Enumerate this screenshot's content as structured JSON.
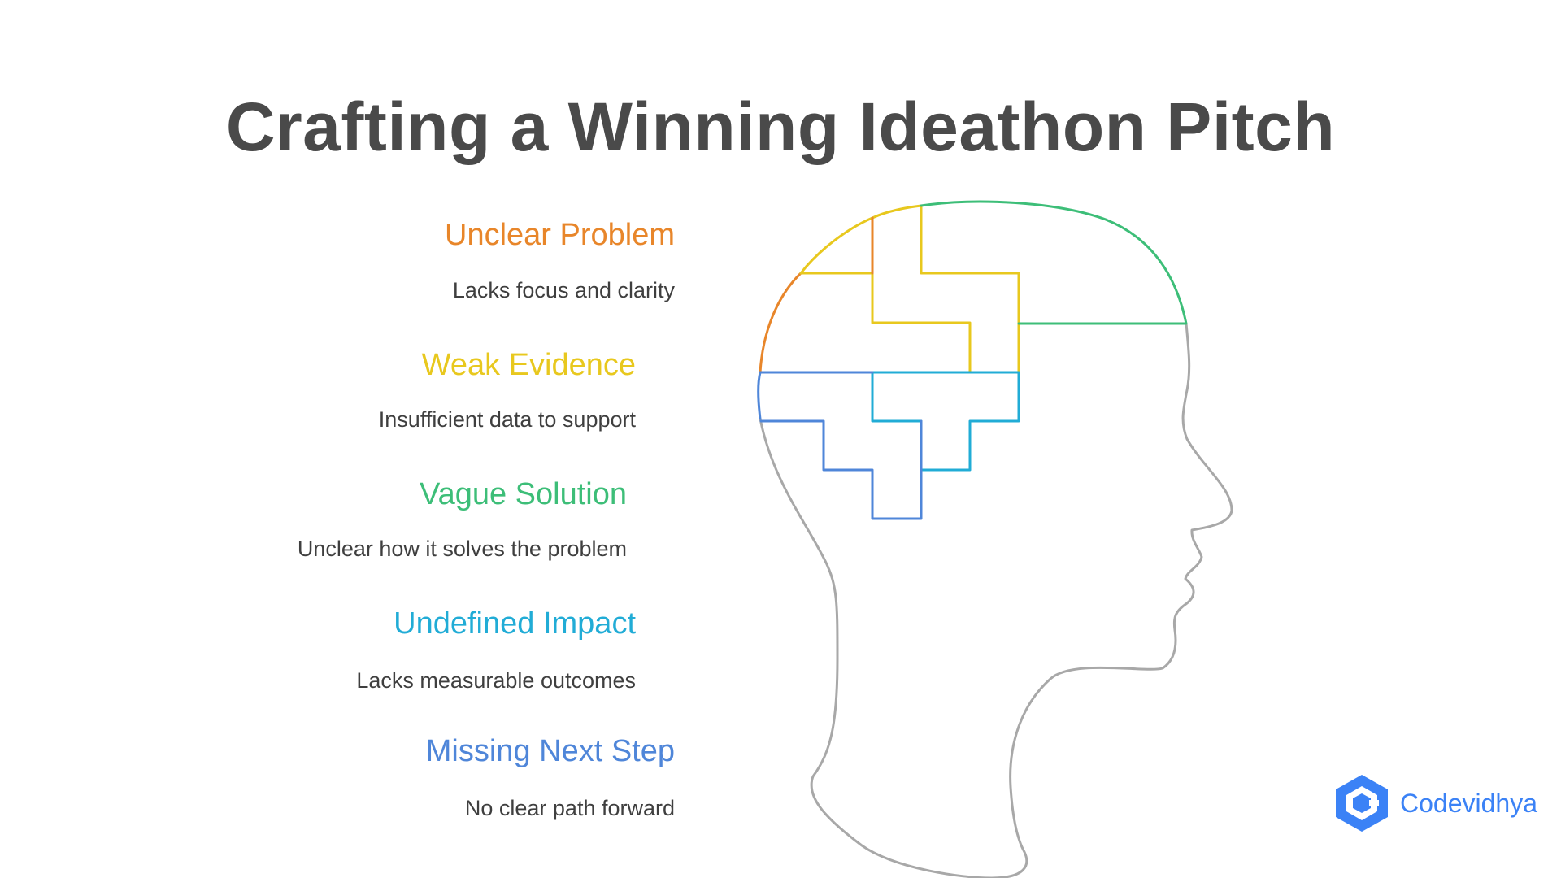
{
  "title": "Crafting a Winning Ideathon Pitch",
  "items": [
    {
      "heading": "Unclear Problem",
      "description": "Lacks focus and clarity",
      "color": "#E8862A"
    },
    {
      "heading": "Weak Evidence",
      "description": "Insufficient data to support",
      "color": "#E8C81E"
    },
    {
      "heading": "Vague Solution",
      "description": "Unclear how it solves the problem",
      "color": "#3DBE78"
    },
    {
      "heading": "Undefined Impact",
      "description": "Lacks measurable outcomes",
      "color": "#21ACD6"
    },
    {
      "heading": "Missing Next Step",
      "description": "No clear path forward",
      "color": "#4F86D9"
    }
  ],
  "head_outline_color": "#A8A8A8",
  "logo": {
    "text": "Codevidhya",
    "color": "#3B82F6",
    "icon": "hexagon-c-icon"
  }
}
